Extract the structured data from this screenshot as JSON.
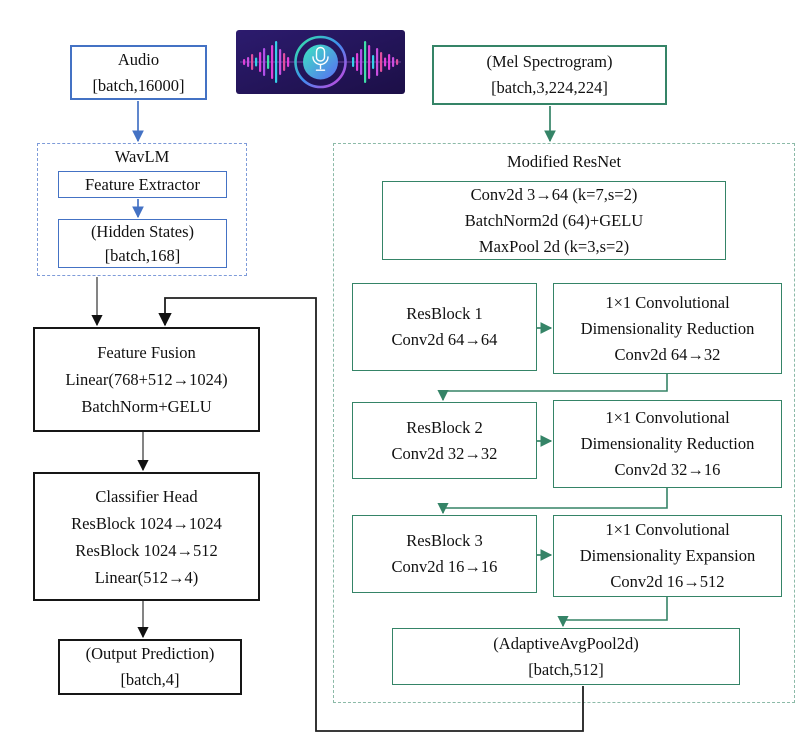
{
  "colors": {
    "blue_accent": "#4472C4",
    "green_accent": "#358467",
    "black_accent": "#161616",
    "image_background": "#251463",
    "bar_pink": "#e040d8",
    "bar_cyan": "#35cfe8",
    "bar_green": "#40e0a8",
    "mic_color": "#ffffff"
  },
  "icons": {
    "audio_image": "microphone-waveform-image",
    "microphone": "microphone-icon"
  },
  "nodes": {
    "audio": {
      "lines": [
        "Audio",
        "[batch,16000]"
      ]
    },
    "wavlm_title": "WavLM",
    "feature_extractor": {
      "lines": [
        "Feature Extractor"
      ]
    },
    "hidden_states": {
      "lines": [
        "(Hidden States)",
        "[batch,168]"
      ]
    },
    "feature_fusion": {
      "lines": [
        "Feature Fusion",
        "Linear(768+512→1024)",
        "BatchNorm+GELU"
      ]
    },
    "classifier_head": {
      "lines": [
        "Classifier Head",
        "ResBlock 1024→1024",
        "ResBlock 1024→512",
        "Linear(512→4)"
      ]
    },
    "output_prediction": {
      "lines": [
        "(Output Prediction)",
        "[batch,4]"
      ]
    },
    "mel_spectrogram": {
      "lines": [
        "(Mel Spectrogram)",
        "[batch,3,224,224]"
      ]
    },
    "resnet_title": "Modified ResNet",
    "conv_stem": {
      "lines": [
        "Conv2d 3→64 (k=7,s=2)",
        "BatchNorm2d (64)+GELU",
        "MaxPool 2d (k=3,s=2)"
      ]
    },
    "resblock1": {
      "lines": [
        "ResBlock 1",
        "Conv2d 64→64"
      ]
    },
    "reduction1": {
      "lines": [
        "1×1 Convolutional",
        "Dimensionality Reduction",
        "Conv2d 64→32"
      ]
    },
    "resblock2": {
      "lines": [
        "ResBlock 2",
        "Conv2d 32→32"
      ]
    },
    "reduction2": {
      "lines": [
        "1×1 Convolutional",
        "Dimensionality Reduction",
        "Conv2d 32→16"
      ]
    },
    "resblock3": {
      "lines": [
        "ResBlock 3",
        "Conv2d 16→16"
      ]
    },
    "expansion": {
      "lines": [
        "1×1 Convolutional",
        "Dimensionality Expansion",
        "Conv2d 16→512"
      ]
    },
    "adaptive_pool": {
      "lines": [
        "(AdaptiveAvgPool2d)",
        "[batch,512]"
      ]
    }
  }
}
